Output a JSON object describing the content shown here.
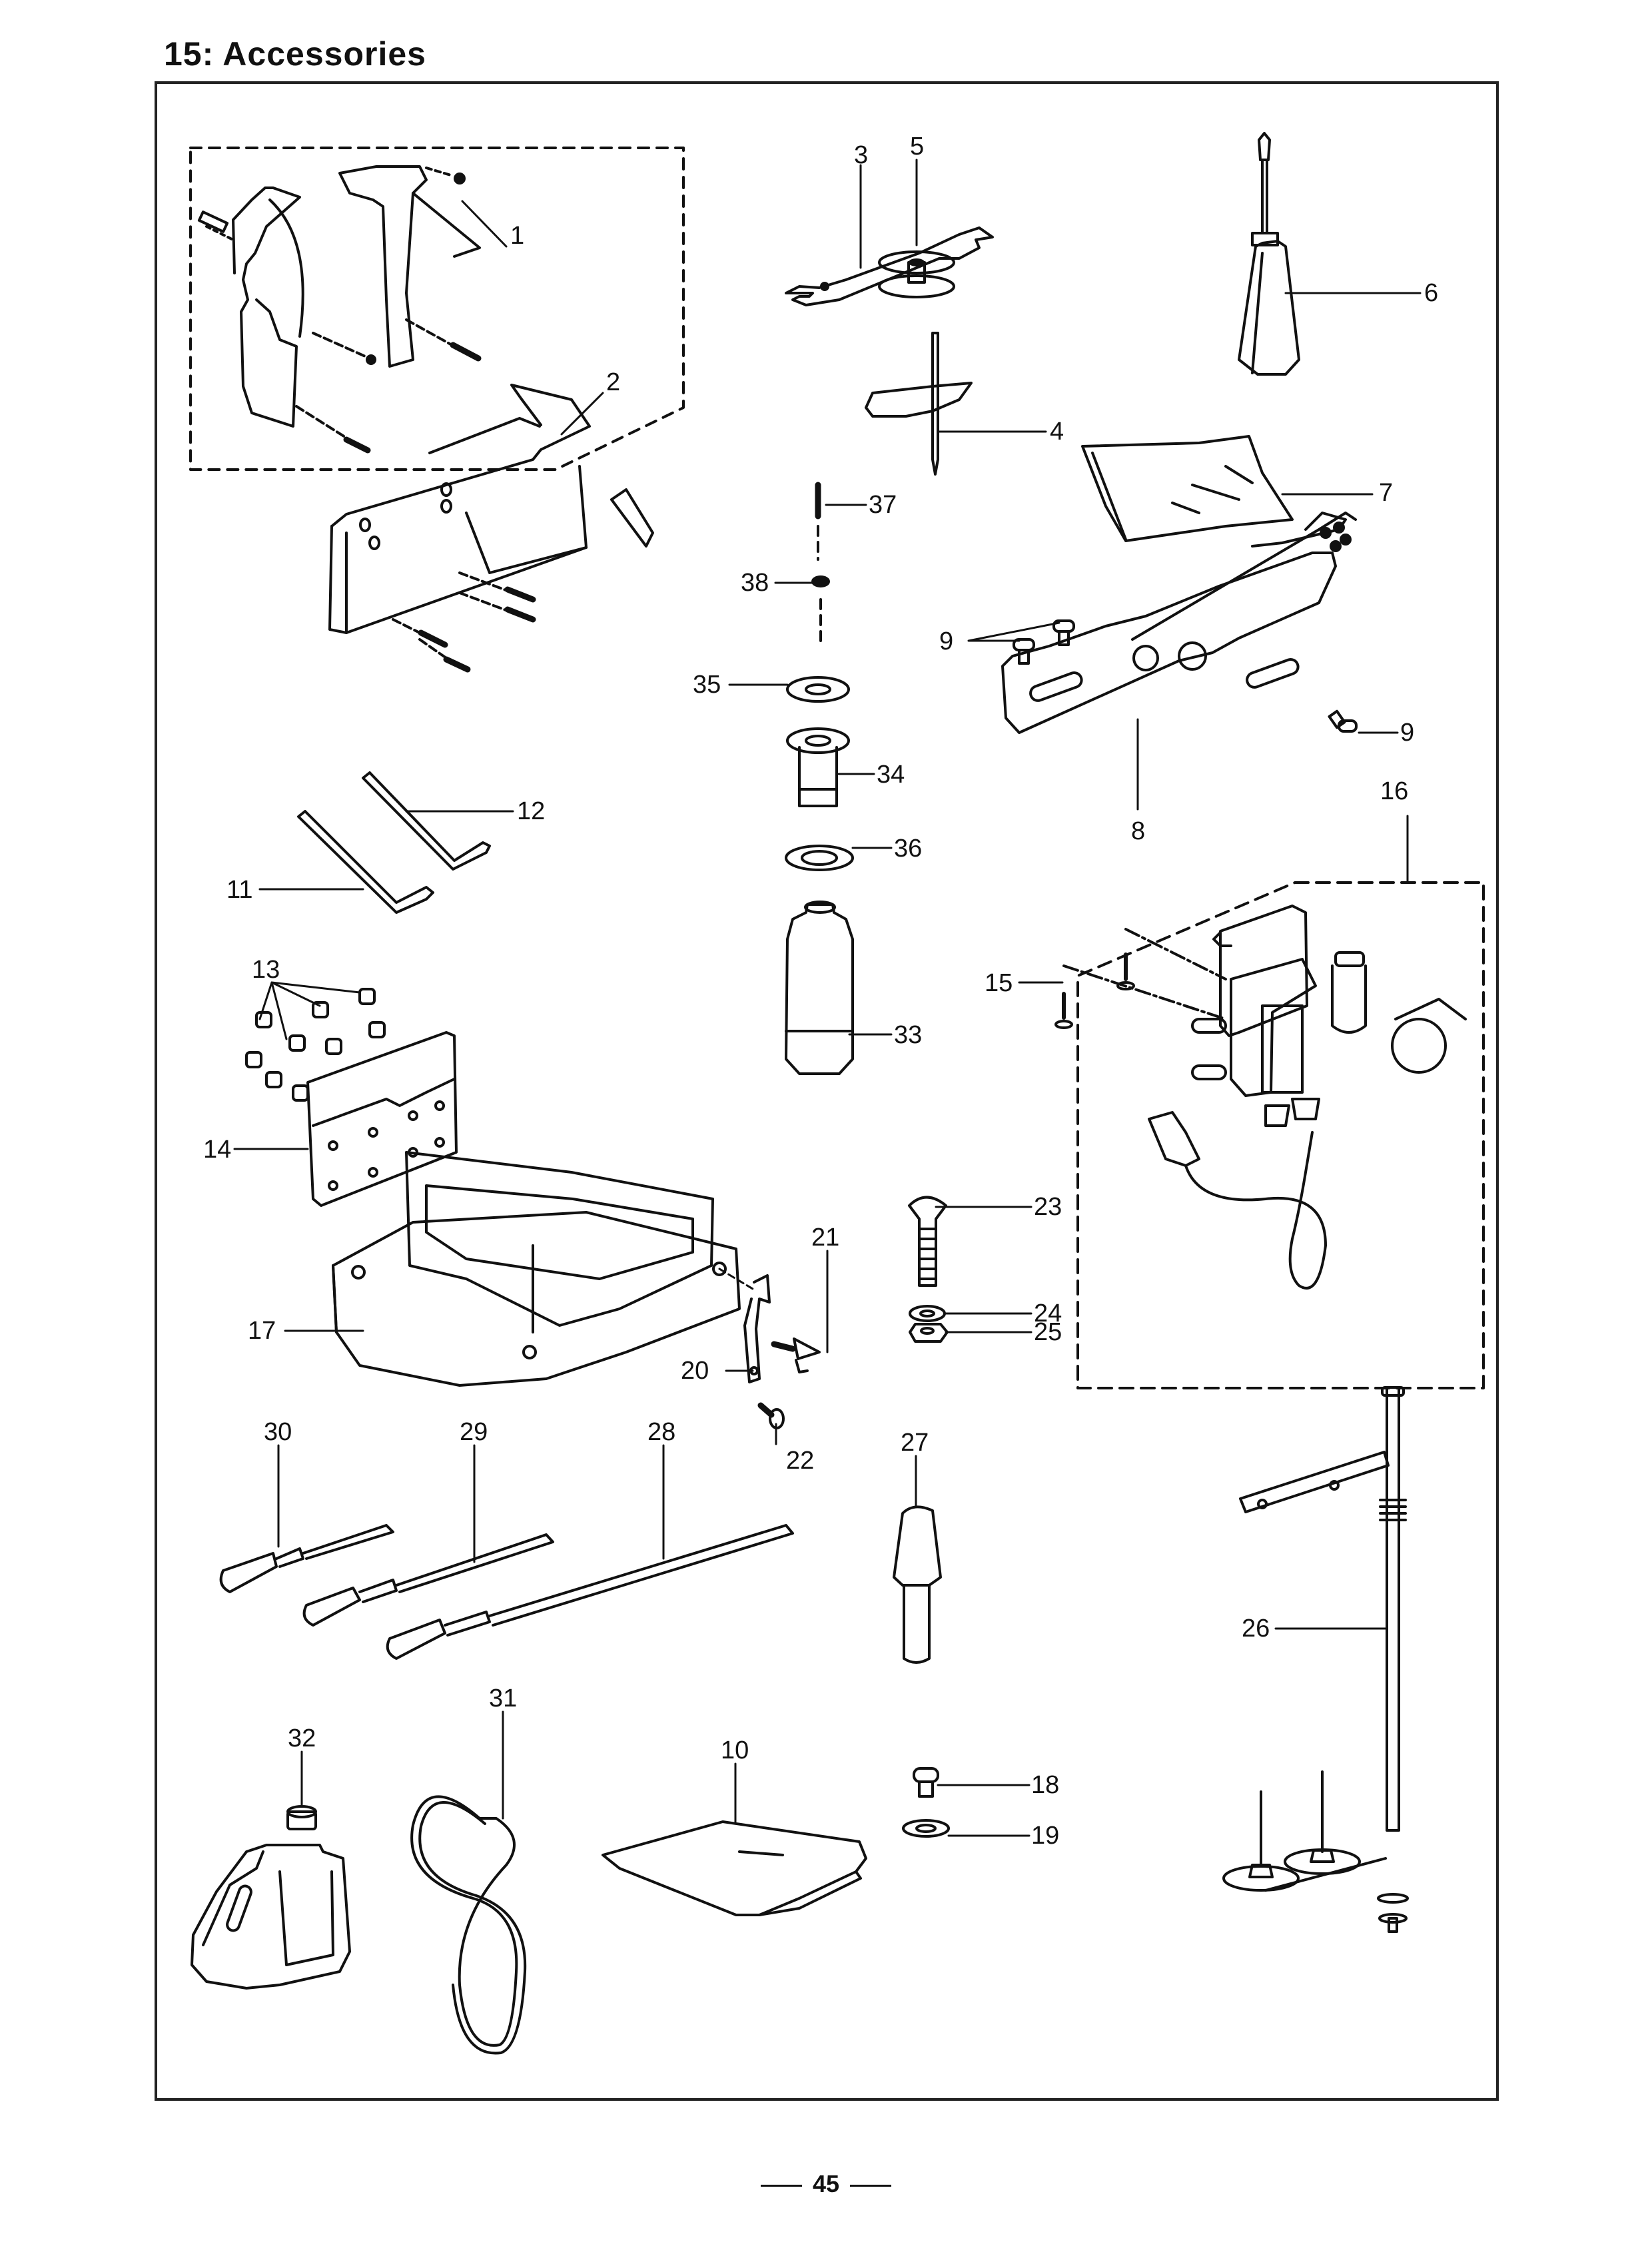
{
  "page": {
    "section_title": "15: Accessories",
    "page_number": "45"
  },
  "callouts": [
    {
      "id": "1",
      "label": "1"
    },
    {
      "id": "2",
      "label": "2"
    },
    {
      "id": "3",
      "label": "3"
    },
    {
      "id": "4",
      "label": "4"
    },
    {
      "id": "5",
      "label": "5"
    },
    {
      "id": "6",
      "label": "6"
    },
    {
      "id": "7",
      "label": "7"
    },
    {
      "id": "8",
      "label": "8"
    },
    {
      "id": "9a",
      "label": "9"
    },
    {
      "id": "9b",
      "label": "9"
    },
    {
      "id": "10",
      "label": "10"
    },
    {
      "id": "11",
      "label": "11"
    },
    {
      "id": "12",
      "label": "12"
    },
    {
      "id": "13",
      "label": "13"
    },
    {
      "id": "14",
      "label": "14"
    },
    {
      "id": "15",
      "label": "15"
    },
    {
      "id": "16",
      "label": "16"
    },
    {
      "id": "17",
      "label": "17"
    },
    {
      "id": "18",
      "label": "18"
    },
    {
      "id": "19",
      "label": "19"
    },
    {
      "id": "20",
      "label": "20"
    },
    {
      "id": "21",
      "label": "21"
    },
    {
      "id": "22",
      "label": "22"
    },
    {
      "id": "23",
      "label": "23"
    },
    {
      "id": "24",
      "label": "24"
    },
    {
      "id": "25",
      "label": "25"
    },
    {
      "id": "26",
      "label": "26"
    },
    {
      "id": "27",
      "label": "27"
    },
    {
      "id": "28",
      "label": "28"
    },
    {
      "id": "29",
      "label": "29"
    },
    {
      "id": "30",
      "label": "30"
    },
    {
      "id": "31",
      "label": "31"
    },
    {
      "id": "32",
      "label": "32"
    },
    {
      "id": "33",
      "label": "33"
    },
    {
      "id": "34",
      "label": "34"
    },
    {
      "id": "35",
      "label": "35"
    },
    {
      "id": "36",
      "label": "36"
    },
    {
      "id": "37",
      "label": "37"
    },
    {
      "id": "38",
      "label": "38"
    }
  ],
  "parts": [
    {
      "name": "cover-assembly-1"
    },
    {
      "name": "cover-plate-2"
    },
    {
      "name": "wrench"
    },
    {
      "name": "needles"
    },
    {
      "name": "bobbin"
    },
    {
      "name": "oiler"
    },
    {
      "name": "vinyl-cover"
    },
    {
      "name": "bracket-8"
    },
    {
      "name": "screws-9"
    },
    {
      "name": "cloth"
    },
    {
      "name": "hex-key-11"
    },
    {
      "name": "hex-key-12"
    },
    {
      "name": "screws-13"
    },
    {
      "name": "hinge-14"
    },
    {
      "name": "screws-15"
    },
    {
      "name": "air-unit-16"
    },
    {
      "name": "oil-pan-17"
    },
    {
      "name": "screw-18"
    },
    {
      "name": "washer-19"
    },
    {
      "name": "bracket-20"
    },
    {
      "name": "wing-screw-21"
    },
    {
      "name": "screw-22"
    },
    {
      "name": "bolt-23"
    },
    {
      "name": "washer-24"
    },
    {
      "name": "nut-25"
    },
    {
      "name": "thread-stand-26"
    },
    {
      "name": "knee-rest-27"
    },
    {
      "name": "screwdriver-28"
    },
    {
      "name": "screwdriver-29"
    },
    {
      "name": "screwdriver-30"
    },
    {
      "name": "belt-31"
    },
    {
      "name": "oil-bottle-32"
    },
    {
      "name": "bottle-33"
    },
    {
      "name": "holder-34"
    },
    {
      "name": "plate-35"
    },
    {
      "name": "ring-36"
    },
    {
      "name": "screw-37"
    },
    {
      "name": "washer-38"
    }
  ]
}
